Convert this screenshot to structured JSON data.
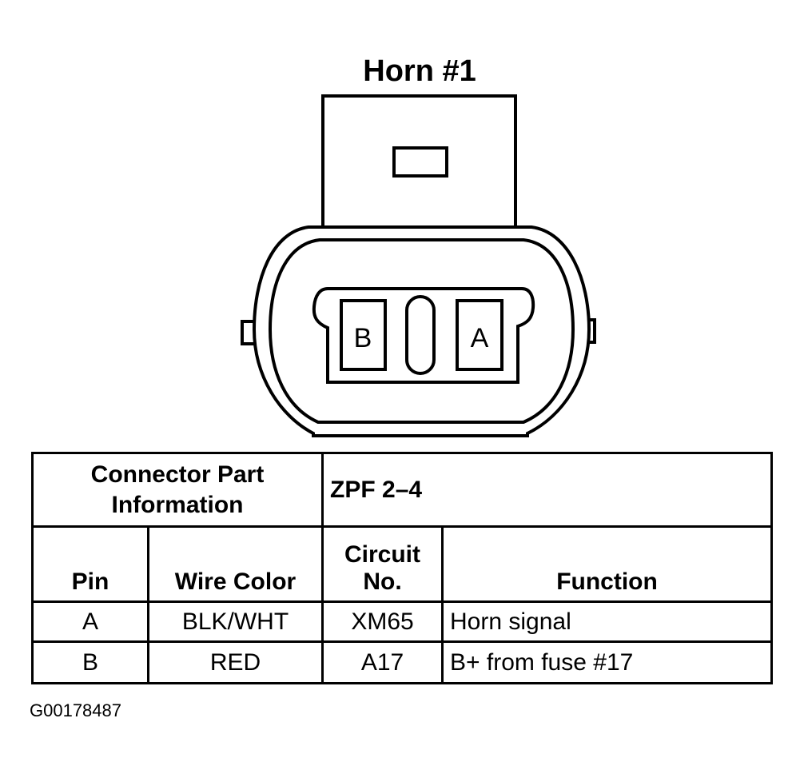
{
  "diagram": {
    "title": "Horn #1",
    "pins": {
      "left": "B",
      "right": "A"
    }
  },
  "table": {
    "part_info_label_line1": "Connector Part",
    "part_info_label_line2": "Information",
    "part_number": "ZPF 2–4",
    "headers": {
      "pin": "Pin",
      "wire_color": "Wire Color",
      "circuit_line1": "Circuit",
      "circuit_line2": "No.",
      "function": "Function"
    },
    "rows": [
      {
        "pin": "A",
        "wire_color": "BLK/WHT",
        "circuit": "XM65",
        "function": "Horn signal"
      },
      {
        "pin": "B",
        "wire_color": "RED",
        "circuit": "A17",
        "function": "B+ from fuse #17"
      }
    ]
  },
  "figure_id": "G00178487"
}
